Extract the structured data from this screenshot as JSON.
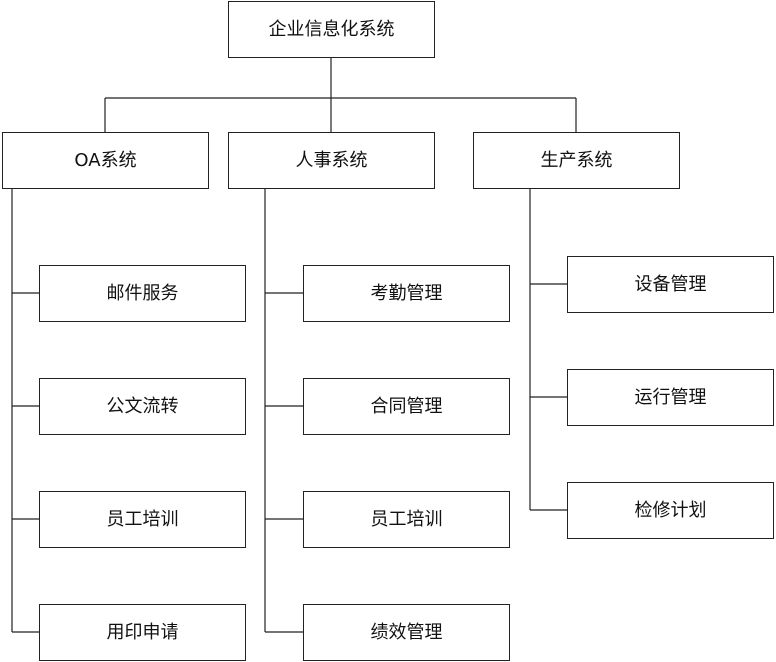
{
  "root": {
    "label": "企业信息化系统"
  },
  "systems": [
    {
      "label": "OA系统",
      "children": [
        "邮件服务",
        "公文流转",
        "员工培训",
        "用印申请"
      ]
    },
    {
      "label": "人事系统",
      "children": [
        "考勤管理",
        "合同管理",
        "员工培训",
        "绩效管理"
      ]
    },
    {
      "label": "生产系统",
      "children": [
        "设备管理",
        "运行管理",
        "检修计划"
      ]
    }
  ],
  "colors": {
    "line": "#222222",
    "box_border": "#222222",
    "text": "#111111"
  }
}
